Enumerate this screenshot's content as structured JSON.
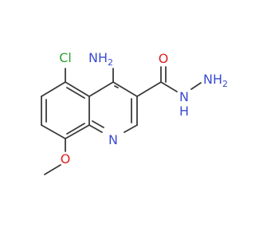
{
  "molecule": {
    "atoms": {
      "cl": "Cl",
      "nh2_top_n": "N",
      "nh2_top_h": "H",
      "carbonyl_o": "O",
      "nh": "N",
      "nh_h": "H",
      "nh2_end_n": "N",
      "nh2_end_h": "H",
      "ring_n": "N",
      "ether_o": "O"
    },
    "subscripts": {
      "nh2_top": "2",
      "nh2_end": "2"
    },
    "colors": {
      "bond": "#3a3a3a",
      "nitrogen": "#3a4bd0",
      "oxygen": "#e02020",
      "chlorine": "#2ea02e"
    }
  }
}
